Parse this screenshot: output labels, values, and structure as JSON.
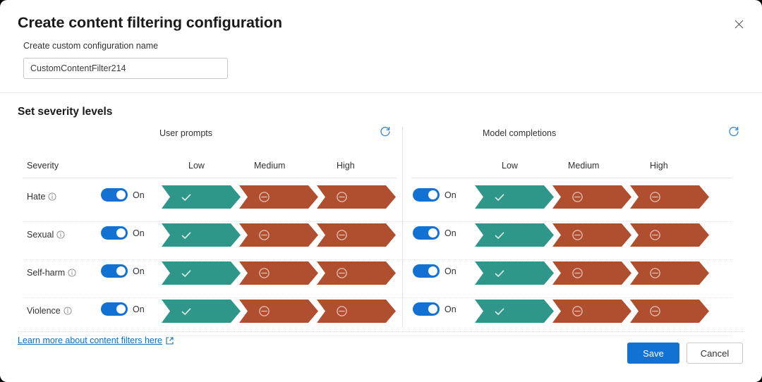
{
  "dialog": {
    "title": "Create content filtering configuration",
    "close_label": "close-icon"
  },
  "name_field": {
    "label": "Create custom configuration name",
    "value": "CustomContentFilter214",
    "placeholder": "Enter configuration name"
  },
  "section": {
    "title": "Set severity levels",
    "severity_column_header": "Severity",
    "levels": [
      "Low",
      "Medium",
      "High"
    ]
  },
  "panels": [
    {
      "key": "user_prompts",
      "title": "User prompts",
      "refresh_label": "refresh-icon"
    },
    {
      "key": "model_completions",
      "title": "Model completions",
      "refresh_label": "refresh-icon"
    }
  ],
  "rows": [
    {
      "label": "Hate",
      "toggle_state": "On",
      "user_prompts": [
        "allow",
        "block",
        "block"
      ],
      "model_completions": [
        "allow",
        "block",
        "block"
      ]
    },
    {
      "label": "Sexual",
      "toggle_state": "On",
      "user_prompts": [
        "allow",
        "block",
        "block"
      ],
      "model_completions": [
        "allow",
        "block",
        "block"
      ]
    },
    {
      "label": "Self-harm",
      "toggle_state": "On",
      "user_prompts": [
        "allow",
        "block",
        "block"
      ],
      "model_completions": [
        "allow",
        "block",
        "block"
      ]
    },
    {
      "label": "Violence",
      "toggle_state": "On",
      "user_prompts": [
        "allow",
        "block",
        "block"
      ],
      "model_completions": [
        "allow",
        "block",
        "block"
      ]
    }
  ],
  "footer": {
    "learn_more": "Learn more about content filters here",
    "save_label": "Save",
    "cancel_label": "Cancel"
  },
  "colors": {
    "allow": "#2e978a",
    "block": "#b04f30",
    "accent": "#1272d4",
    "link": "#0f6cbd"
  }
}
